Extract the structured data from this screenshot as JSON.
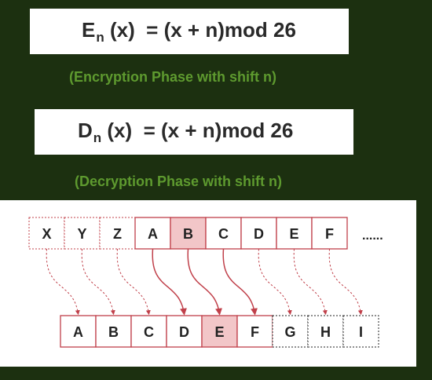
{
  "encryption": {
    "lhs_letter": "E",
    "subscript": "n",
    "rest": " (x)  = (x + n)mod 26",
    "caption": "(Encryption Phase with shift n)"
  },
  "decryption": {
    "lhs_letter": "D",
    "subscript": "n",
    "rest": " (x)  = (x + n)mod 26",
    "caption": "(Decryption Phase with shift n)"
  },
  "diagram": {
    "top_row": [
      "X",
      "Y",
      "Z",
      "A",
      "B",
      "C",
      "D",
      "E",
      "F"
    ],
    "top_continuation": "......",
    "bottom_row": [
      "A",
      "B",
      "C",
      "D",
      "E",
      "F",
      "G",
      "H",
      "I"
    ],
    "highlight_letter": "B",
    "highlight_target": "E",
    "colors": {
      "red": "#c0404a",
      "highlight_fill": "#f2c6c8",
      "dark": "#222222"
    }
  }
}
